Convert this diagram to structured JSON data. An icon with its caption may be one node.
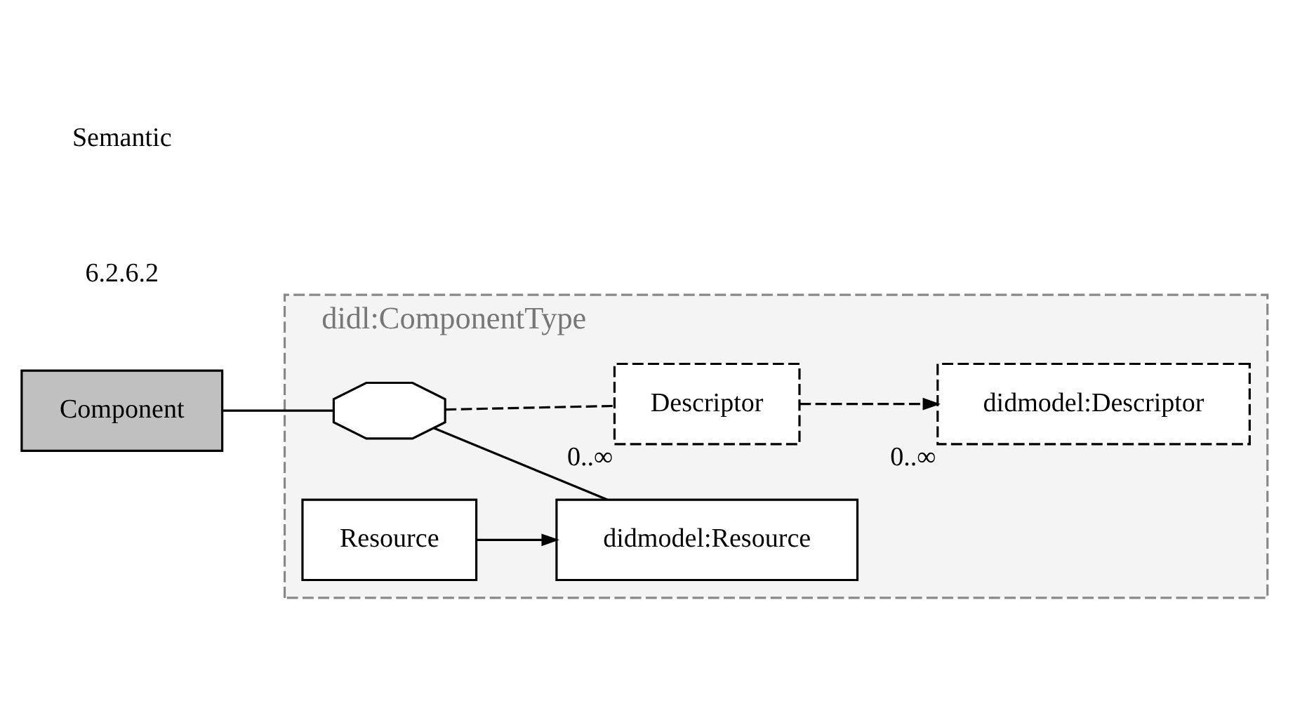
{
  "diagram": {
    "nodes": [
      {
        "text": [
          "didl:ComponentType"
        ]
      },
      {
        "text": [
          "Component"
        ]
      },
      {
        "text": [],
        "shape": "octagon",
        "in": 0
      },
      {
        "text": [
          "didmodel:Descriptor"
        ],
        "beside": [
          "0..∞"
        ],
        "in": 0
      },
      {
        "text": [
          "Descriptor"
        ],
        "beside": [
          "0..∞"
        ],
        "in": 0
      },
      {
        "text": [
          "didmodel:Resource"
        ],
        "in": 0
      },
      {
        "text": [
          "Resource"
        ],
        "in": 0
      }
    ],
    "edges": [
      {
        "from": 1,
        "to": 2,
        "arrow": "none"
      },
      {
        "from": 2,
        "to": 4,
        "arrow": "none",
        "style": "dashed"
      },
      {
        "from": 4,
        "to": 3,
        "arrow": "to",
        "style": "dashed"
      },
      {
        "from": 2,
        "to": 5,
        "arrow": "none"
      },
      {
        "from": 6,
        "to": 5,
        "arrow": "to"
      }
    ],
    "labels": [
      "6.2.6.2",
      "Semantic"
    ]
  }
}
